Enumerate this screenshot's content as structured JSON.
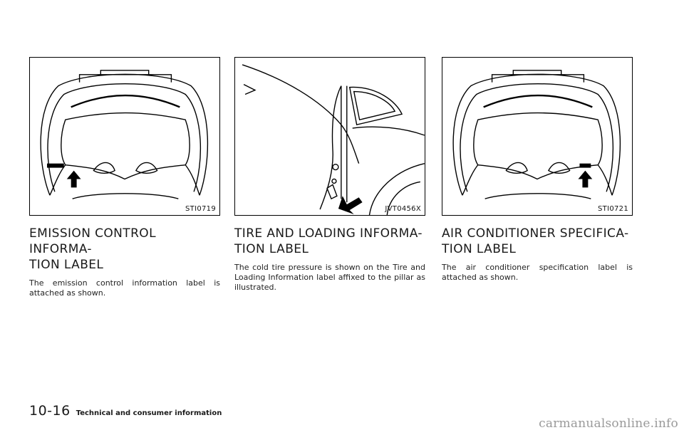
{
  "columns": [
    {
      "figure_id": "STI0719",
      "heading_line1": "EMISSION CONTROL INFORMA-",
      "heading_line2": "TION LABEL",
      "body": "The emission control information label is attached as shown."
    },
    {
      "figure_id": "JVT0456X",
      "heading_line1": "TIRE AND LOADING INFORMA-",
      "heading_line2": "TION LABEL",
      "body": "The cold tire pressure is shown on the Tire and Loading Information label affixed to the pillar as illustrated."
    },
    {
      "figure_id": "STI0721",
      "heading_line1": "AIR CONDITIONER SPECIFICA-",
      "heading_line2": "TION LABEL",
      "body": "The air conditioner specification label is attached as shown."
    }
  ],
  "footer": {
    "page_number": "10-16",
    "section": "Technical and consumer information"
  },
  "watermark": "carmanualsonline.info"
}
